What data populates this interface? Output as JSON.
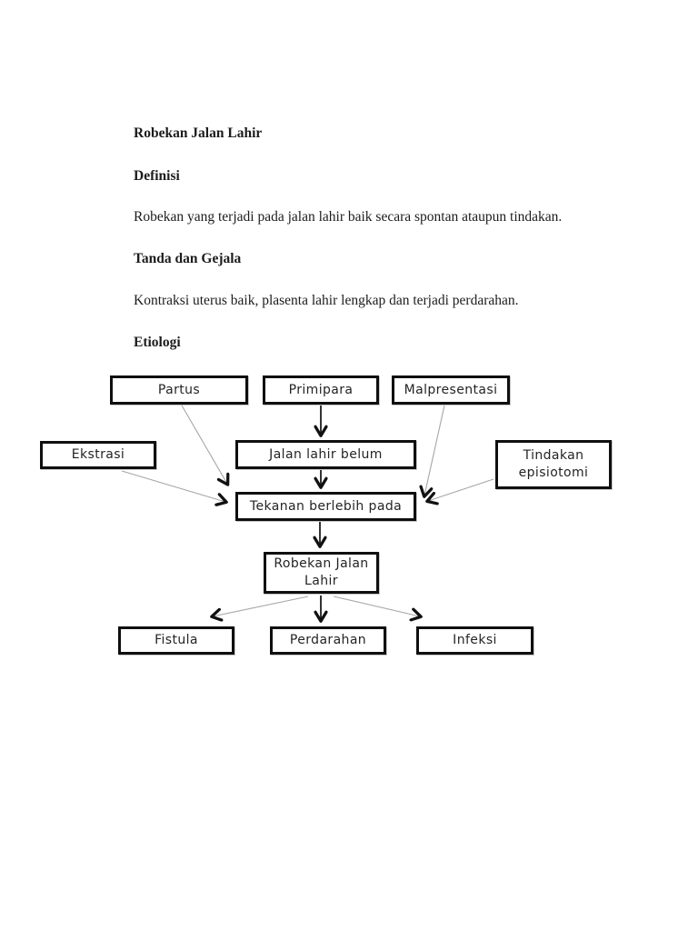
{
  "document": {
    "title": "Robekan Jalan Lahir",
    "definisi_heading": "Definisi",
    "definisi_body": "Robekan yang terjadi pada jalan lahir baik secara spontan ataupun tindakan.",
    "tanda_heading": "Tanda dan Gejala",
    "tanda_body": "Kontraksi uterus baik, plasenta lahir lengkap dan terjadi perdarahan.",
    "etiologi_heading": "Etiologi"
  },
  "diagram": {
    "nodes": {
      "partus": "Partus",
      "primipara": "Primipara",
      "malpresentasi": "Malpresentasi",
      "ekstrasi": "Ekstrasi",
      "jalan_lahir_belum": "Jalan lahir belum",
      "tindakan_episiotomi": "Tindakan episiotomi",
      "tekanan_berlebih": "Tekanan berlebih pada",
      "robekan_jalan_lahir": "Robekan Jalan Lahir",
      "fistula": "Fistula",
      "perdarahan": "Perdarahan",
      "infeksi": "Infeksi"
    },
    "edges": [
      {
        "from": "primipara",
        "to": "jalan_lahir_belum",
        "style": "solid-black"
      },
      {
        "from": "jalan_lahir_belum",
        "to": "tekanan_berlebih",
        "style": "solid-black"
      },
      {
        "from": "partus",
        "to": "tekanan_berlebih",
        "style": "thin-gray"
      },
      {
        "from": "ekstrasi",
        "to": "tekanan_berlebih",
        "style": "thin-gray"
      },
      {
        "from": "malpresentasi",
        "to": "tekanan_berlebih",
        "style": "thin-gray"
      },
      {
        "from": "tindakan_episiotomi",
        "to": "tekanan_berlebih",
        "style": "thin-gray"
      },
      {
        "from": "tekanan_berlebih",
        "to": "robekan_jalan_lahir",
        "style": "solid-black"
      },
      {
        "from": "robekan_jalan_lahir",
        "to": "perdarahan",
        "style": "solid-black"
      },
      {
        "from": "robekan_jalan_lahir",
        "to": "fistula",
        "style": "thin-gray"
      },
      {
        "from": "robekan_jalan_lahir",
        "to": "infeksi",
        "style": "thin-gray"
      }
    ],
    "colors": {
      "box_border": "#0f0f0f",
      "box_text": "#242424",
      "connector_gray": "#a6a6a6",
      "connector_black": "#111111",
      "arrowhead": "#111111",
      "page_background": "#ffffff"
    }
  }
}
